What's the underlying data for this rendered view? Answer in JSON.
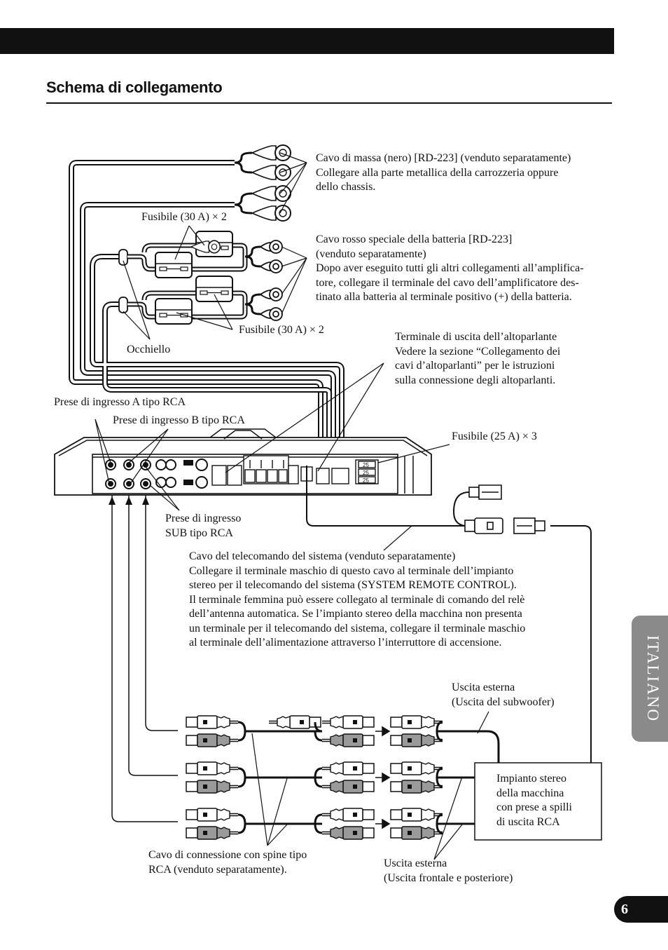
{
  "header": {
    "title": "Schema di collegamento"
  },
  "labels": {
    "ground": [
      "Cavo di massa (nero) [RD-223] (venduto separatamente)",
      "Collegare alla parte metallica della carrozzeria oppure",
      "dello chassis."
    ],
    "fuse_top": "Fusibile (30 A) × 2",
    "battery": [
      "Cavo rosso speciale della batteria [RD-223]",
      "(venduto separatamente)",
      "Dopo aver eseguito tutti gli altri collegamenti all’amplifica-",
      "tore, collegare il terminale del cavo dell’amplificatore des-",
      "tinato alla batteria al terminale positivo (+) della batteria."
    ],
    "fuse_mid": "Fusibile (30 A) × 2",
    "grommet": "Occhiello",
    "speaker_out": [
      "Terminale di uscita dell’altoparlante",
      "Vedere la sezione “Collegamento dei",
      "cavi d’altoparlanti” per le istruzioni",
      "sulla connessione degli altoparlanti."
    ],
    "input_a": "Prese di ingresso A tipo RCA",
    "input_b": "Prese di ingresso B tipo RCA",
    "fuse_25": "Fusibile (25 A) × 3",
    "sub_input": [
      "Prese di ingresso",
      "SUB tipo RCA"
    ],
    "remote": [
      "Cavo del telecomando del sistema (venduto separatamente)",
      "Collegare il terminale maschio di questo cavo al terminale dell’impianto",
      "stereo per il telecomando del sistema (SYSTEM REMOTE CONTROL).",
      "Il terminale femmina può essere collegato al terminale di comando del relè",
      "dell’antenna automatica. Se l’impianto stereo della macchina non presenta",
      "un terminale per il telecomando del sistema, collegare il terminale maschio",
      "al terminale dell’alimentazione attraverso l’interruttore di accensione."
    ],
    "sub_out": [
      "Uscita esterna",
      "(Uscita del subwoofer)"
    ],
    "head_unit": [
      "Impianto stereo",
      "della macchina",
      "con prese a spilli",
      "di uscita RCA"
    ],
    "rca_cable": [
      "Cavo di connessione con spine tipo",
      "RCA (venduto separatamente)."
    ],
    "front_rear_out": [
      "Uscita esterna",
      "(Uscita frontale e posteriore)"
    ]
  },
  "amp_fuse_values": [
    "25",
    "25",
    "25"
  ],
  "side_tab": "ITALIANO",
  "page_number": "6",
  "colors": {
    "ink": "#111111",
    "tab": "#8a8a8a",
    "fill_gray": "#9a9a9a"
  }
}
